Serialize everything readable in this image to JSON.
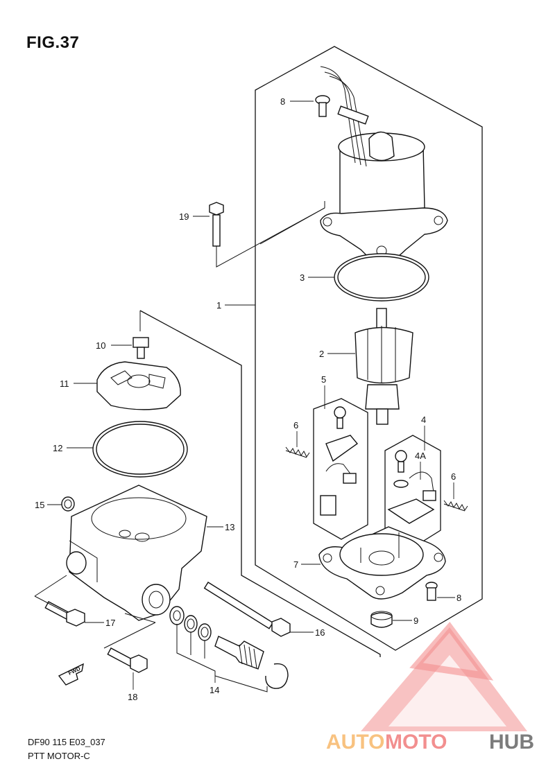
{
  "figure": {
    "title": "FIG.37",
    "model_code": "DF90 115 E03_037",
    "section_name": "PTT MOTOR-C"
  },
  "parts": [
    {
      "ref": "1"
    },
    {
      "ref": "2"
    },
    {
      "ref": "3"
    },
    {
      "ref": "4"
    },
    {
      "ref": "4A"
    },
    {
      "ref": "5"
    },
    {
      "ref": "6"
    },
    {
      "ref": "6"
    },
    {
      "ref": "7"
    },
    {
      "ref": "8"
    },
    {
      "ref": "8"
    },
    {
      "ref": "9"
    },
    {
      "ref": "10"
    },
    {
      "ref": "11"
    },
    {
      "ref": "12"
    },
    {
      "ref": "13"
    },
    {
      "ref": "14"
    },
    {
      "ref": "15"
    },
    {
      "ref": "16"
    },
    {
      "ref": "17"
    },
    {
      "ref": "18"
    },
    {
      "ref": "19"
    }
  ],
  "direction_marker": {
    "label": "FWD"
  },
  "watermark": {
    "text_part1": "AUTO",
    "text_part2": "MOTO",
    "text_part3": "HUB",
    "color_primary": "#f07c7c",
    "color_secondary": "#f7b86a",
    "color_dark": "#666666"
  }
}
